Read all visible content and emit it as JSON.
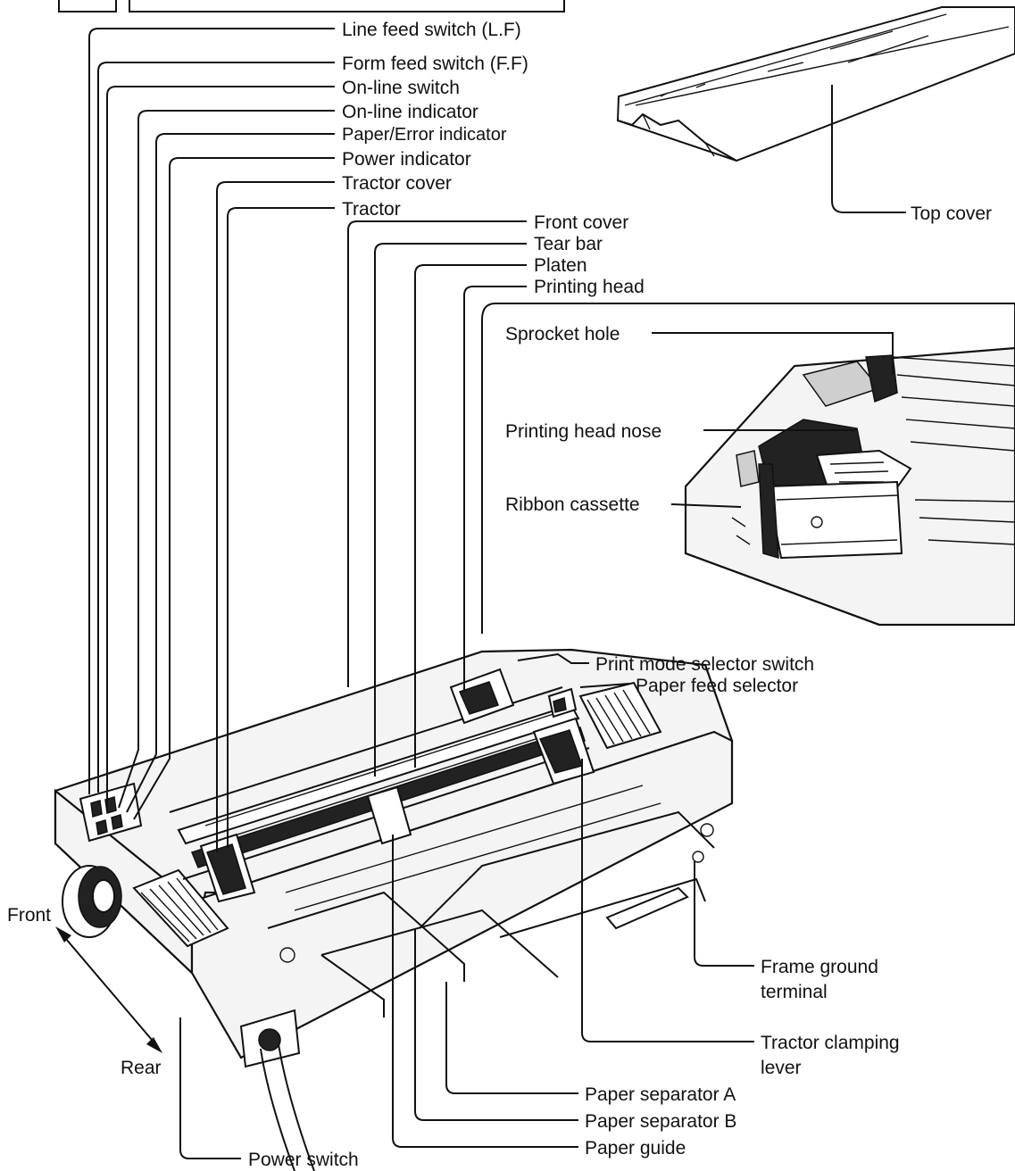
{
  "labels": {
    "line_feed_switch": "Line feed switch (L.F)",
    "form_feed_switch": "Form feed switch (F.F)",
    "on_line_switch": "On-line switch",
    "on_line_indicator": "On-line indicator",
    "paper_error_indicator": "Paper/Error indicator",
    "power_indicator": "Power indicator",
    "tractor_cover": "Tractor cover",
    "tractor": "Tractor",
    "front_cover": "Front cover",
    "tear_bar": "Tear bar",
    "platen": "Platen",
    "printing_head": "Printing head",
    "top_cover": "Top cover",
    "sprocket_hole": "Sprocket hole",
    "printing_head_nose": "Printing head nose",
    "ribbon_cassette": "Ribbon cassette",
    "print_mode_selector_switch": "Print mode selector switch",
    "paper_feed_selector": "Paper feed selector",
    "front": "Front",
    "rear": "Rear",
    "frame_ground_terminal_1": "Frame ground",
    "frame_ground_terminal_2": "terminal",
    "tractor_clamping_lever_1": "Tractor clamping",
    "tractor_clamping_lever_2": "lever",
    "paper_separator_a": "Paper separator A",
    "paper_separator_b": "Paper separator B",
    "paper_guide": "Paper guide",
    "power_switch": "Power switch"
  }
}
